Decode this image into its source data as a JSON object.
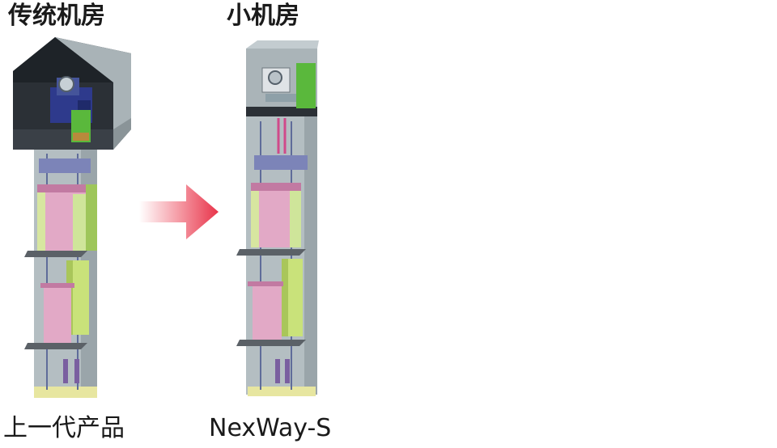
{
  "labels": {
    "top_left": "传统机房",
    "top_right": "小机房",
    "bottom_left": "上一代产品",
    "bottom_right": "NexWay-S"
  },
  "colors": {
    "arrow": "#e8344a",
    "car": "#e2a9c6",
    "counterweight": "#c9e27a",
    "machine_green": "#5ab83c",
    "room_dark": "#2b3036",
    "shaft_gray": "#aeb8bc"
  }
}
